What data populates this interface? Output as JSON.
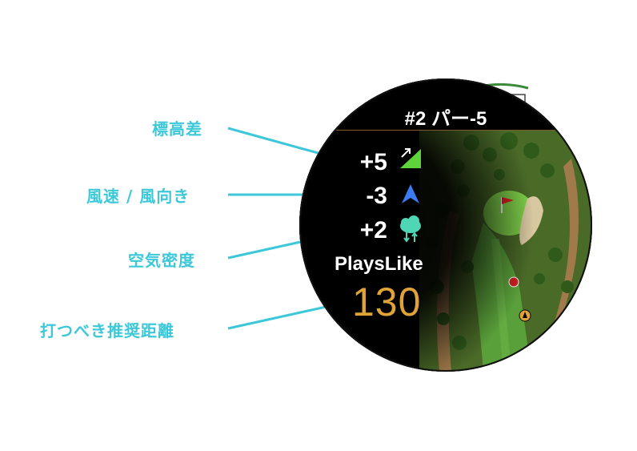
{
  "callouts": {
    "elevation": "標高差",
    "wind": "風速 / 風向き",
    "air_density": "空気密度",
    "plays_like": "打つべき推奨距離"
  },
  "watch": {
    "hole_title": "#2 パー-5",
    "elevation_value": "+5",
    "wind_value": "-3",
    "air_density_value": "+2",
    "plays_like_label": "PlaysLike",
    "plays_like_value": "130",
    "icons": {
      "elevation": "elevation-slope-icon",
      "wind": "wind-direction-arrow-icon",
      "air_density": "air-density-cloud-icon"
    }
  },
  "colors": {
    "callout": "#3cc8d8",
    "plays_like_value": "#e0a436",
    "elevation_icon": "#5ed43a",
    "wind_icon": "#3a7cf0",
    "air_icon": "#4fd6b4"
  }
}
